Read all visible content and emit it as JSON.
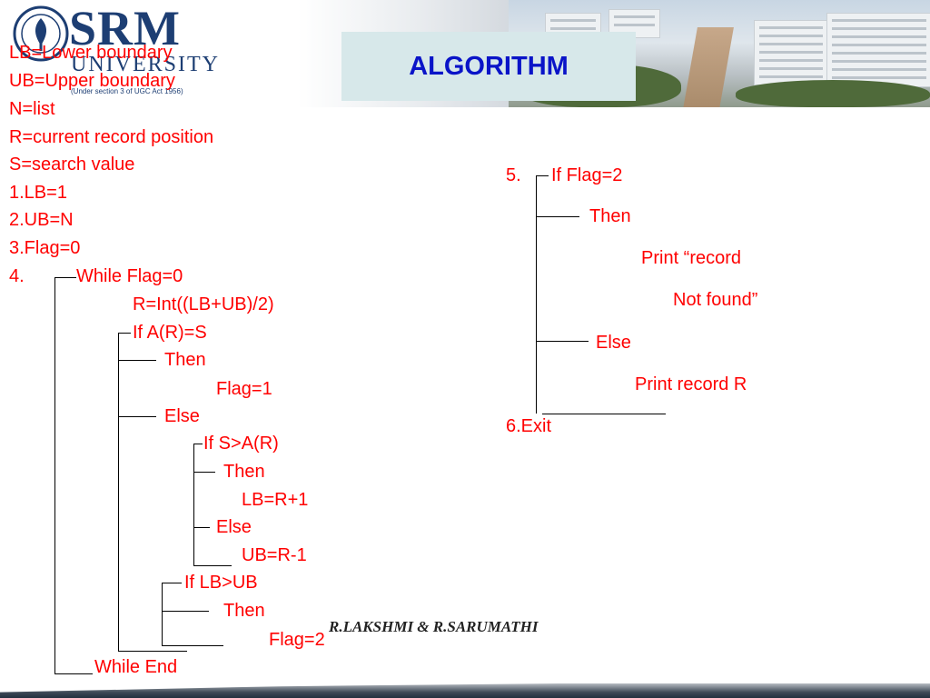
{
  "header": {
    "logo_word": "SRM",
    "logo_sub": "UNIVERSITY",
    "logo_small": "(Under section 3 of UGC Act 1956)",
    "title": "ALGORITHM"
  },
  "left_lines": [
    "LB=Lower boundary",
    "UB=Upper boundary",
    "N=list",
    "R=current record position",
    "S=search value",
    "1.LB=1",
    "2.UB=N",
    "3.Flag=0"
  ],
  "step4": {
    "number": "4.",
    "while": "While Flag=0",
    "r_calc": "R=Int((LB+UB)/2)",
    "if_ar": "If A(R)=S",
    "then1": "Then",
    "flag1": "Flag=1",
    "else1": "Else",
    "if_sgt": "If S>A(R)",
    "then2": "Then",
    "lb_assign": "LB=R+1",
    "else2": "Else",
    "ub_assign": "UB=R-1",
    "if_lbub": "If LB>UB",
    "then3": "Then",
    "flag2": "Flag=2",
    "while_end": "While End"
  },
  "step5": {
    "number": "5.",
    "if_flag": "If Flag=2",
    "then": "Then",
    "print1a": "Print “record",
    "print1b": "Not found”",
    "else": "Else",
    "print2": "Print record R"
  },
  "step6": "6.Exit",
  "credit": "R.LAKSHMI  &  R.SARUMATHI",
  "colors": {
    "text": "#ff0000",
    "title": "#0a14c8",
    "title_bg": "#d7e8ea",
    "logo": "#1d3e73"
  }
}
